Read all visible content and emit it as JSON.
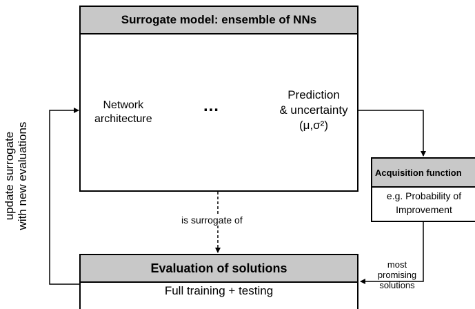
{
  "surrogate_box": {
    "title": "Surrogate model: ensemble of NNs",
    "network_label_line1": "Network",
    "network_label_line2": "architecture",
    "ellipsis": "…",
    "prediction_line1": "Prediction",
    "prediction_line2": "& uncertainty",
    "prediction_line3": "(μ,σ²)"
  },
  "acquisition_box": {
    "title": "Acquisition function",
    "body_line1": "e.g. Probability of",
    "body_line2": "Improvement"
  },
  "evaluation_box": {
    "title": "Evaluation of solutions",
    "body": "Full training + testing"
  },
  "edges": {
    "is_surrogate_of": "is surrogate of",
    "most_promising_line1": "most",
    "most_promising_line2": "promising",
    "most_promising_line3": "solutions",
    "update_line1": "update surrogate",
    "update_line2": "with new evaluations"
  },
  "colors": {
    "header_fill": "#c8c8c8",
    "node_dark": "#6e6e6e",
    "node_light": "#bcbcbc",
    "edge": "#000000"
  }
}
